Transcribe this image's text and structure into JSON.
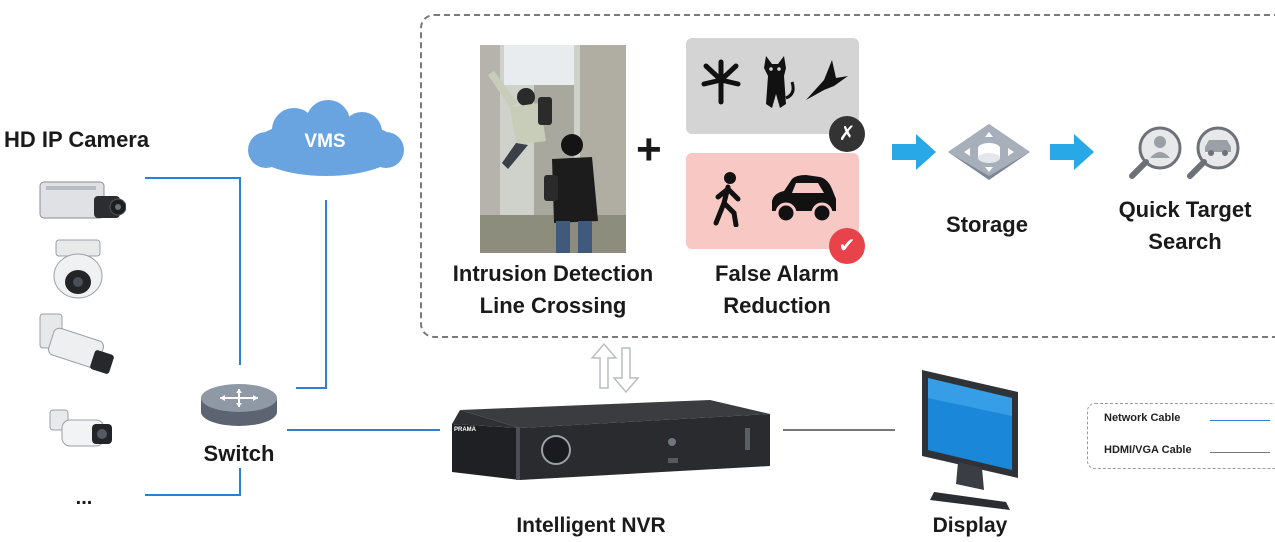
{
  "diagram": {
    "camera_group_label": "HD IP Camera",
    "camera_more": "...",
    "vms_label": "VMS",
    "switch_label": "Switch",
    "nvr_label": "Intelligent NVR",
    "nvr_brand": "PRAMA",
    "display_label": "Display",
    "intrusion_label_line1": "Intrusion Detection",
    "intrusion_label_line2": "Line Crossing",
    "plus_symbol": "+",
    "false_alarm_line1": "False Alarm",
    "false_alarm_line2": "Reduction",
    "rejected_mark": "✗",
    "accepted_mark": "✔",
    "storage_label": "Storage",
    "quick_search_line1": "Quick Target",
    "quick_search_line2": "Search"
  },
  "legend": {
    "network_cable": "Network Cable",
    "hdmi_vga_cable": "HDMI/VGA Cable"
  },
  "colors": {
    "network_cable": "#2f7fd0",
    "hdmi_vga_cable": "#777777",
    "flow_arrow": "#29a8e8",
    "cloud": "#6aa4e0",
    "reject_badge": "#333333",
    "accept_badge": "#e8424a"
  }
}
